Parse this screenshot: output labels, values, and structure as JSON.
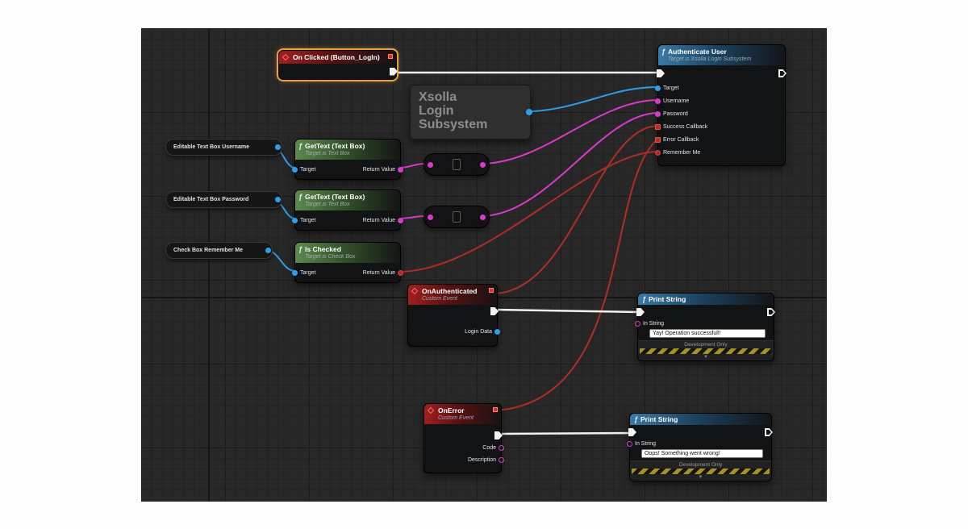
{
  "colors": {
    "exec_wire": "#f2f2f2",
    "object_pin": "#2e9fe6",
    "text_pin": "#d73cc8",
    "bool_delegate_pin": "#b22a22",
    "selection_outline": "#eda13a",
    "canvas_bg": "#282828"
  },
  "nodes": {
    "on_clicked": {
      "title": "On Clicked (Button_LogIn)"
    },
    "subsystem": {
      "lines": [
        "Xsolla",
        "Login",
        "Subsystem"
      ]
    },
    "auth": {
      "title": "Authenticate User",
      "subtitle": "Target is Xsolla Login Subsystem",
      "pins": {
        "target": "Target",
        "username": "Username",
        "password": "Password",
        "success": "Success Callback",
        "error": "Error Callback",
        "remember": "Remember Me"
      }
    },
    "pill_username": {
      "label": "Editable Text Box Username"
    },
    "pill_password": {
      "label": "Editable Text Box Password"
    },
    "pill_remember": {
      "label": "Check Box Remember Me"
    },
    "gettext": {
      "title": "GetText (Text Box)",
      "subtitle": "Target is Text Box",
      "target": "Target",
      "return": "Return Value"
    },
    "ischecked": {
      "title": "Is Checked",
      "subtitle": "Target is Check Box",
      "target": "Target",
      "return": "Return Value"
    },
    "on_authenticated": {
      "title": "OnAuthenticated",
      "subtitle": "Custom Event",
      "login_data": "Login Data"
    },
    "on_error": {
      "title": "OnError",
      "subtitle": "Custom Event",
      "code": "Code",
      "description": "Description"
    },
    "print_success": {
      "title": "Print String",
      "in_string": "In String",
      "value": "Yay! Operation successful!!",
      "dev_only": "Development Only"
    },
    "print_error": {
      "title": "Print String",
      "in_string": "In String",
      "value": "Oops! Something went wrong!",
      "dev_only": "Development Only"
    }
  }
}
